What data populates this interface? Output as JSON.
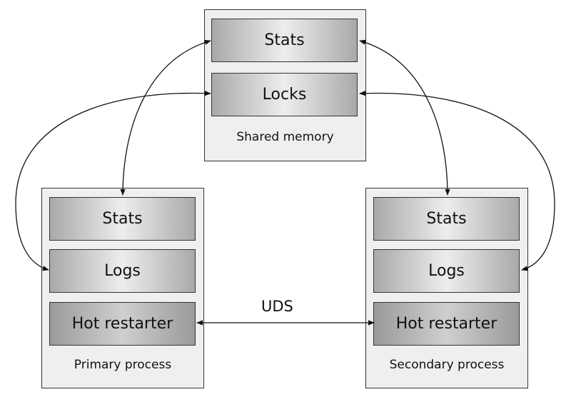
{
  "shared": {
    "caption": "Shared memory",
    "stats": "Stats",
    "locks": "Locks"
  },
  "primary": {
    "caption": "Primary process",
    "stats": "Stats",
    "logs": "Logs",
    "hot": "Hot restarter"
  },
  "secondary": {
    "caption": "Secondary process",
    "stats": "Stats",
    "logs": "Logs",
    "hot": "Hot restarter"
  },
  "link_label": "UDS"
}
